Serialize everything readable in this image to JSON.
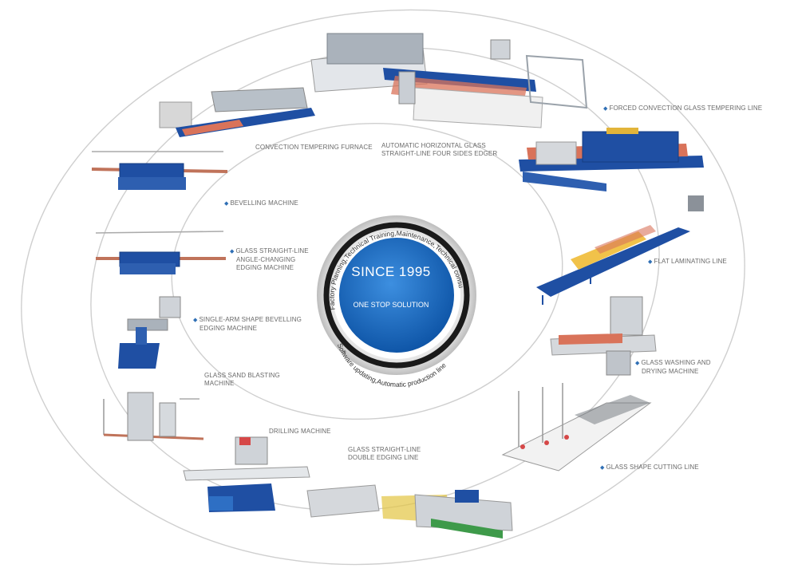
{
  "center": {
    "arc_top": "Factory Planning,Technical Training,Maintenance,Technical consulting",
    "arc_bottom": "Software updating,Automatic production line",
    "headline": "SINCE 1995",
    "tagline": "ONE STOP SOLUTION"
  },
  "labels": {
    "convection_tempering_furnace": "CONVECTION TEMPERING FURNACE",
    "four_sides_edger_1": "AUTOMATIC HORIZONTAL GLASS",
    "four_sides_edger_2": "STRAIGHT-LINE FOUR SIDES EDGER",
    "forced_convection": "FORCED CONVECTION GLASS TEMPERING LINE",
    "bevelling_machine": "BEVELLING MACHINE",
    "angle_changing_1": "GLASS STRAIGHT-LINE",
    "angle_changing_2": "ANGLE-CHANGING",
    "angle_changing_3": "EDGING MACHINE",
    "flat_laminating": "FLAT LAMINATING LINE",
    "single_arm_1": "SINGLE-ARM SHAPE BEVELLING",
    "single_arm_2": "EDGING MACHINE",
    "sand_blasting_1": "GLASS SAND BLASTING",
    "sand_blasting_2": "MACHINE",
    "washing_1": "GLASS WASHING AND",
    "washing_2": "DRYING MACHINE",
    "drilling_machine": "DRILLING MACHINE",
    "double_edging_1": "GLASS STRAIGHT-LINE",
    "double_edging_2": "DOUBLE EDGING LINE",
    "shape_cutting": "GLASS SHAPE CUTTING LINE"
  },
  "colors": {
    "machine_blue": "#1f4fa3",
    "center_blue": "#1b6fc2",
    "marker_blue": "#2f6fb5",
    "orbit_gray": "#c9c9c9",
    "glass_red": "#d9735a",
    "steel_gray": "#a9b0b8"
  }
}
